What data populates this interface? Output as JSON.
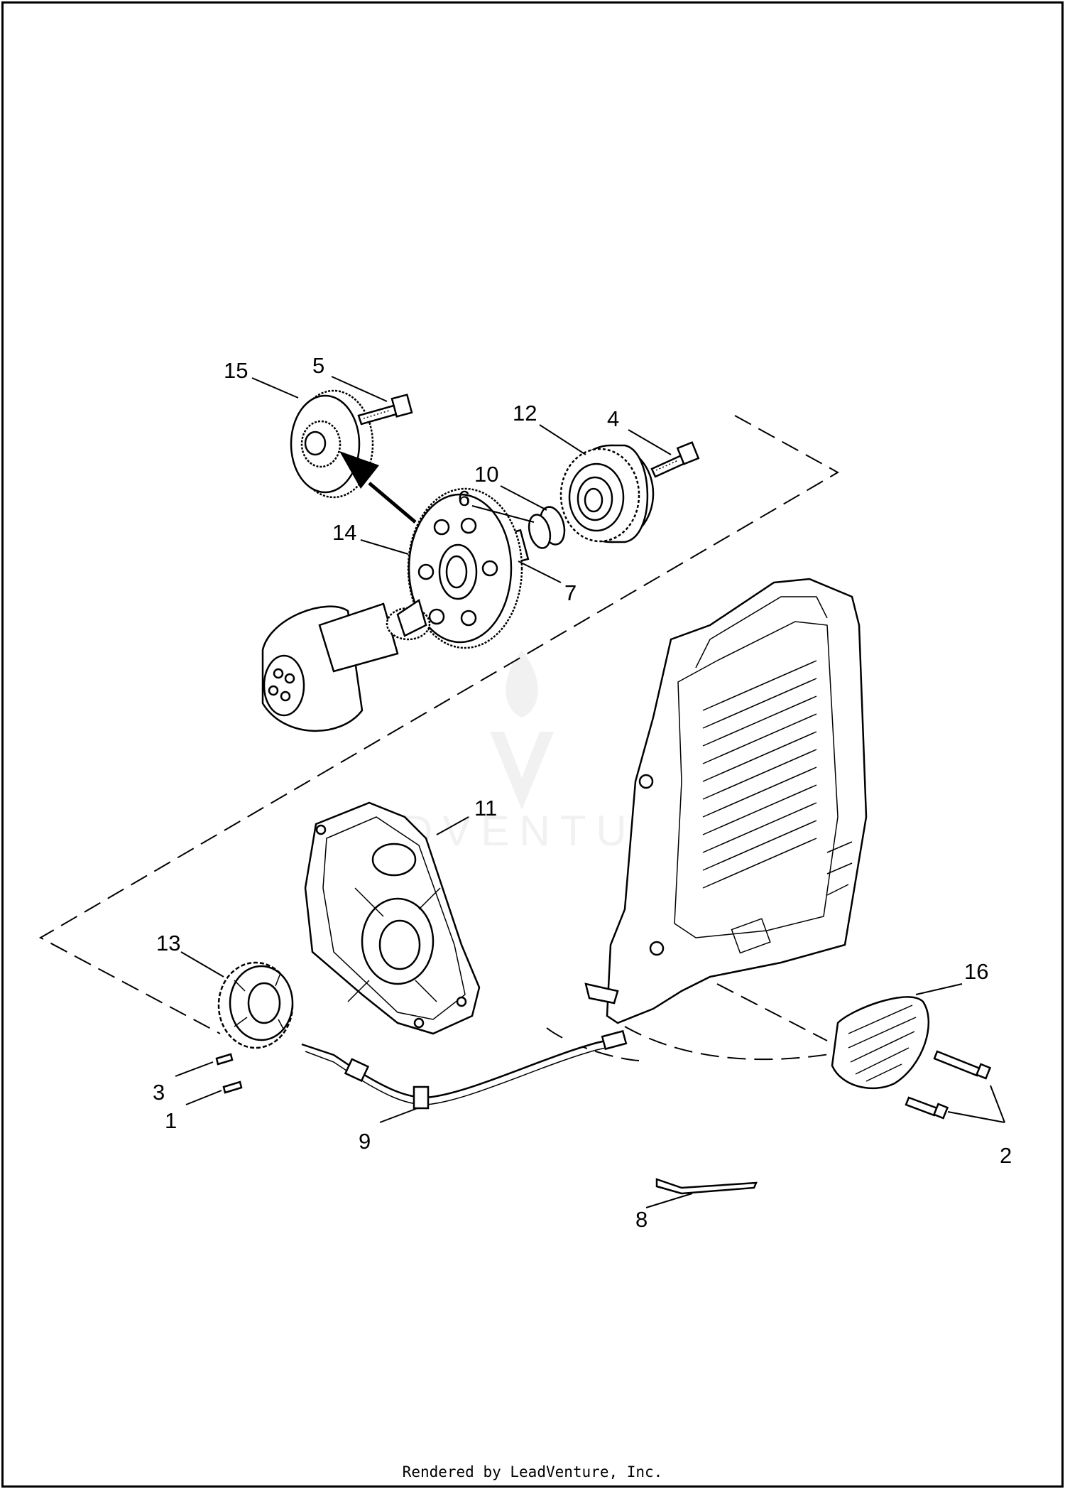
{
  "callouts": [
    {
      "id": "15",
      "text": "15"
    },
    {
      "id": "5",
      "text": "5"
    },
    {
      "id": "12",
      "text": "12"
    },
    {
      "id": "4",
      "text": "4"
    },
    {
      "id": "10",
      "text": "10"
    },
    {
      "id": "6",
      "text": "6"
    },
    {
      "id": "14",
      "text": "14"
    },
    {
      "id": "7",
      "text": "7"
    },
    {
      "id": "11",
      "text": "11"
    },
    {
      "id": "13",
      "text": "13"
    },
    {
      "id": "16",
      "text": "16"
    },
    {
      "id": "3",
      "text": "3"
    },
    {
      "id": "1",
      "text": "1"
    },
    {
      "id": "9",
      "text": "9"
    },
    {
      "id": "2",
      "text": "2"
    },
    {
      "id": "8",
      "text": "8"
    }
  ],
  "watermark": {
    "text": "ADVENTURE"
  },
  "footer": {
    "text": "Rendered by LeadVenture, Inc."
  },
  "colors": {
    "ink": "#000000",
    "paper": "#ffffff",
    "watermark": "#e6e6e6"
  }
}
